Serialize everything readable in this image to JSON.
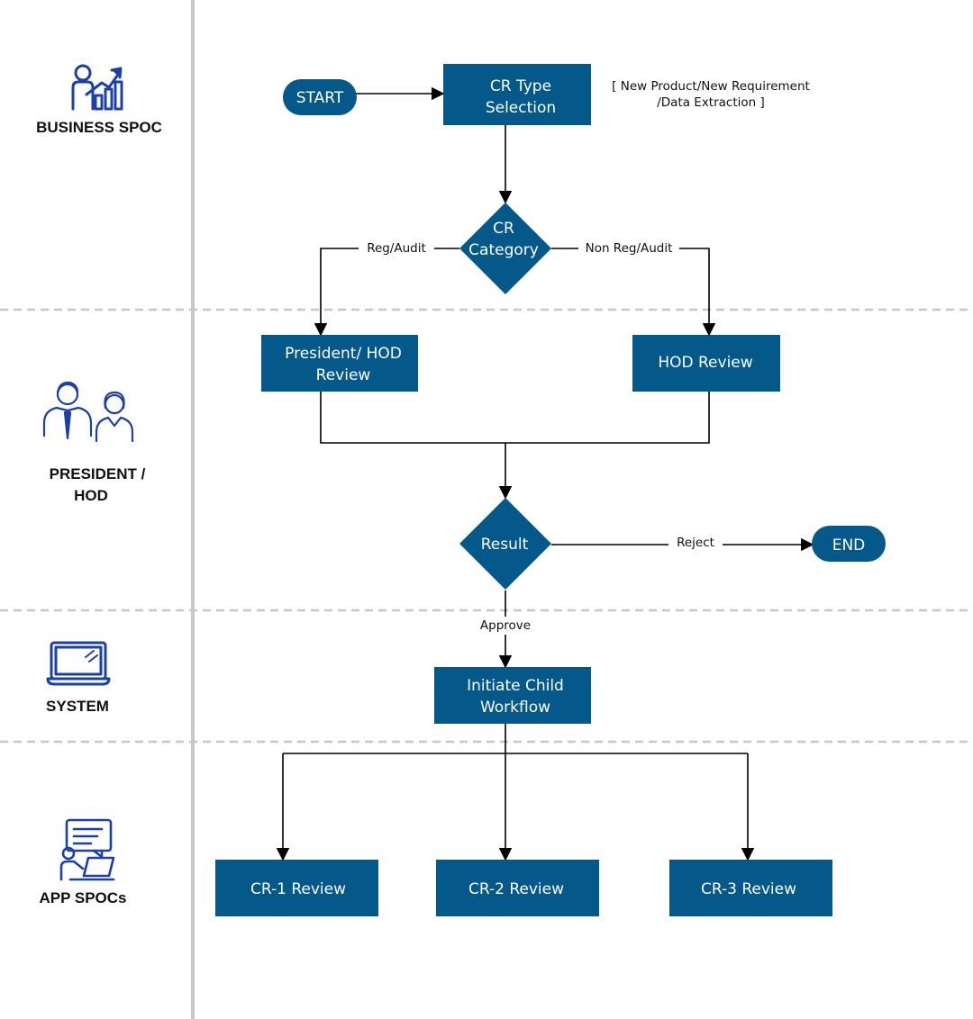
{
  "colors": {
    "node_fill": "#04598A",
    "lane_divider": "#c8c8c8",
    "icon_blue": "#1d3fa8",
    "edge": "#000000"
  },
  "lanes": [
    {
      "label": "BUSINESS SPOC",
      "icon": "business-growth-icon"
    },
    {
      "label_line1": "PRESIDENT /",
      "label_line2": "HOD",
      "icon": "president-hod-icon"
    },
    {
      "label": "SYSTEM",
      "icon": "laptop-icon"
    },
    {
      "label": "APP SPOCs",
      "icon": "presenter-icon"
    }
  ],
  "nodes": {
    "start": "START",
    "cr_type_line1": "CR Type",
    "cr_type_line2": "Selection",
    "cr_category_line1": "CR",
    "cr_category_line2": "Category",
    "president_hod_line1": "President/ HOD",
    "president_hod_line2": "Review",
    "hod_review": "HOD Review",
    "result": "Result",
    "end": "END",
    "initiate_line1": "Initiate Child",
    "initiate_line2": "Workflow",
    "cr1": "CR-1 Review",
    "cr2": "CR-2 Review",
    "cr3": "CR-3 Review"
  },
  "annotation": {
    "line1": "[ New Product/New Requirement",
    "line2": "/Data Extraction ]"
  },
  "edges": {
    "reg_audit": "Reg/Audit",
    "non_reg_audit": "Non Reg/Audit",
    "reject": "Reject",
    "approve": "Approve"
  }
}
